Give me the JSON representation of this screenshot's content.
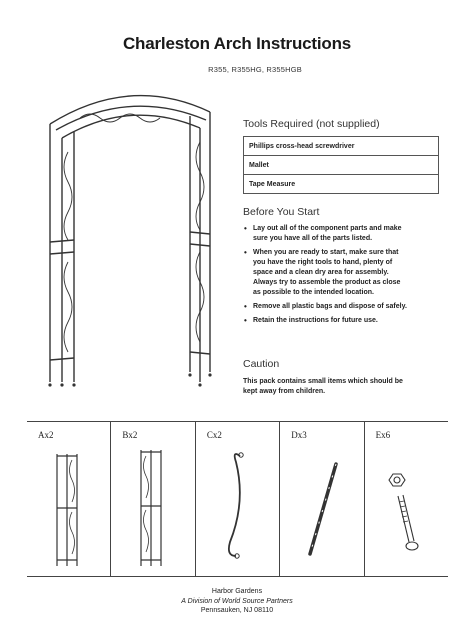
{
  "document": {
    "title": "Charleston Arch Instructions",
    "models": "R355, R355HG, R355HGB"
  },
  "tools": {
    "heading": "Tools Required (not supplied)",
    "items": [
      "Phillips cross-head screwdriver",
      "Mallet",
      "Tape Measure"
    ]
  },
  "before_start": {
    "heading": "Before You Start",
    "items": [
      "Lay out all of the component parts and make sure you have all of the parts listed.",
      "When you are ready to start, make sure that you have the right tools to hand, plenty of space and a clean dry area for assembly. Always try to assemble the product as close as possible to the intended location.",
      "Remove all plastic bags and dispose of safely.",
      "Retain the instructions for future use."
    ]
  },
  "caution": {
    "heading": "Caution",
    "text": "This pack contains small items which should be kept away from children."
  },
  "parts": [
    {
      "label": "Ax2",
      "icon": "side-panel-a-icon"
    },
    {
      "label": "Bx2",
      "icon": "side-panel-b-icon"
    },
    {
      "label": "Cx2",
      "icon": "arch-piece-icon"
    },
    {
      "label": "Dx3",
      "icon": "rod-icon"
    },
    {
      "label": "Ex6",
      "icon": "bolt-nut-icon"
    }
  ],
  "footer": {
    "company": "Harbor Gardens",
    "division": "A Division of World Source Partners",
    "location": "Pennsauken, NJ 08110"
  }
}
